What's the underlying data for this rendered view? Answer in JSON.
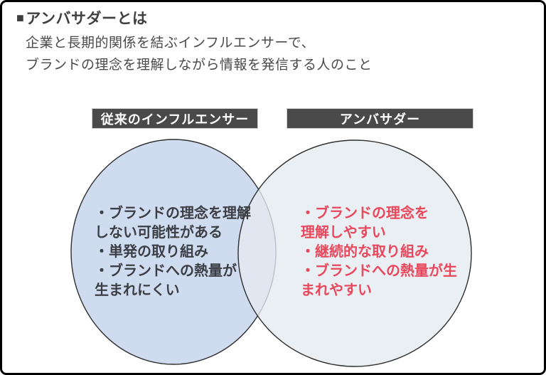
{
  "header": {
    "bullet": "■",
    "title": "アンバサダーとは",
    "subtitle_lines": {
      "0": "企業と長期的関係を結ぶインフルエンサーで、",
      "1": "ブランドの理念を理解しながら情報を発信する人のこと"
    }
  },
  "venn": {
    "stroke": "#2e2e2e",
    "label_bar": {
      "bg": "#4a4a4a",
      "text_color": "#ffffff"
    },
    "left": {
      "label": "従来のインフルエンサー",
      "fill": "#cfdcf0",
      "text_color": "#3b3e44",
      "lines": {
        "0": "・ブランドの理念を理解",
        "1": "しない可能性がある",
        "2": "・単発の取り組み",
        "3": "・ブランドへの熱量が",
        "4": "生まれにくい"
      }
    },
    "right": {
      "label": "アンバサダー",
      "fill": "#e4ebf0",
      "text_color": "#e8475c",
      "lines": {
        "0": "・ブランドの理念を",
        "1": "理解しやすい",
        "2": "・継続的な取り組み",
        "3": "・ブランドへの熱量が生",
        "4": "まれやすい"
      }
    }
  }
}
